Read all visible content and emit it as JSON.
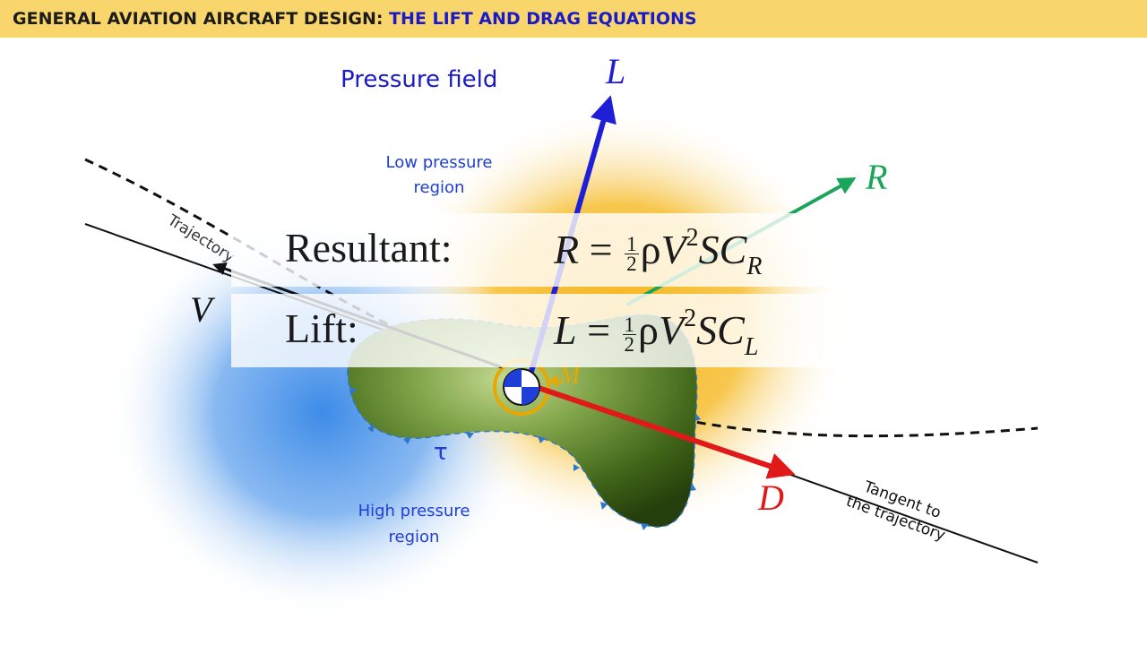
{
  "header": {
    "prefix": "GENERAL AVIATION AIRCRAFT DESIGN:",
    "title": "THE LIFT AND DRAG EQUATIONS"
  },
  "diagram": {
    "pressure_field": "Pressure field",
    "low_pressure": [
      "Low pressure",
      "region"
    ],
    "high_pressure": [
      "High pressure",
      "region"
    ],
    "trajectory": "Trajectory",
    "tangent": [
      "Tangent to",
      "the trajectory"
    ],
    "shear": "τ",
    "vectors": {
      "lift": "L",
      "resultant": "R",
      "drag": "D",
      "velocity": "V",
      "moment": "M"
    },
    "colors": {
      "lift": "#1f1fd8",
      "resultant": "#1aa55a",
      "drag": "#e01919",
      "moment": "#e8a800",
      "low_pressure_field": "#f5b51c",
      "high_pressure_field": "#3d8be8",
      "body": "#4f7a1e",
      "label_blue": "#1e3ed6",
      "header_bg": "#f9d66b"
    }
  },
  "equations": {
    "resultant": {
      "name": "Resultant:",
      "lhs": "R",
      "equals": "=",
      "half_num": "1",
      "half_den": "2",
      "rho": "ρ",
      "v": "V",
      "exp": "2",
      "s": "S",
      "c": "C",
      "sub": "R"
    },
    "lift": {
      "name": "Lift:",
      "lhs": "L",
      "equals": "=",
      "half_num": "1",
      "half_den": "2",
      "rho": "ρ",
      "v": "V",
      "exp": "2",
      "s": "S",
      "c": "C",
      "sub": "L"
    }
  }
}
